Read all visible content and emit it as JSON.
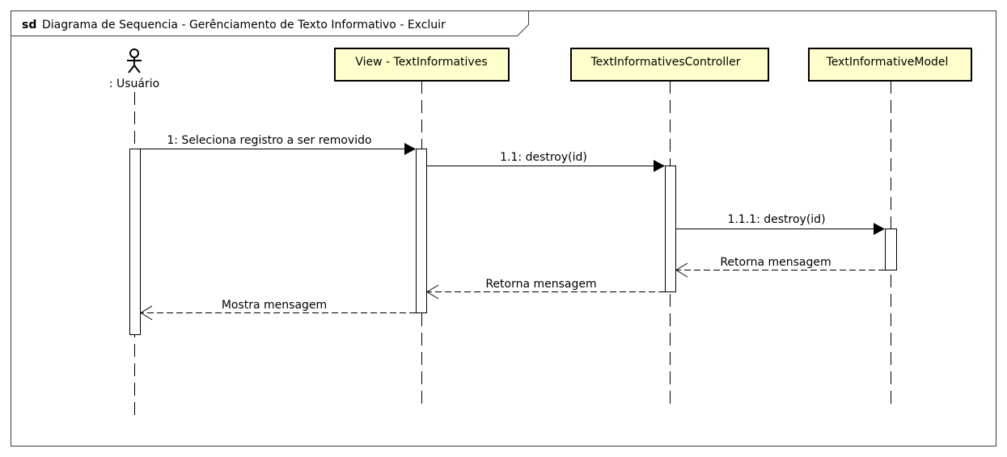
{
  "frame": {
    "kind": "sd",
    "title": "Diagrama de Sequencia - Gerênciamento de Texto Informativo - Excluir"
  },
  "actor": {
    "label": ": Usuário"
  },
  "lifelines": [
    {
      "label": "View - TextInformatives"
    },
    {
      "label": "TextInformativesController"
    },
    {
      "label": "TextInformativeModel"
    }
  ],
  "messages": [
    {
      "label": "1: Seleciona registro a ser removido",
      "type": "sync"
    },
    {
      "label": "1.1: destroy(id)",
      "type": "sync"
    },
    {
      "label": "1.1.1: destroy(id)",
      "type": "sync"
    },
    {
      "label": "Retorna mensagem",
      "type": "return"
    },
    {
      "label": "Retorna mensagem",
      "type": "return"
    },
    {
      "label": "Mostra mensagem",
      "type": "return"
    }
  ],
  "colors": {
    "lifeline_fill": "#ffffcc",
    "line": "#000000",
    "frame_border": "#3c3c3c"
  }
}
